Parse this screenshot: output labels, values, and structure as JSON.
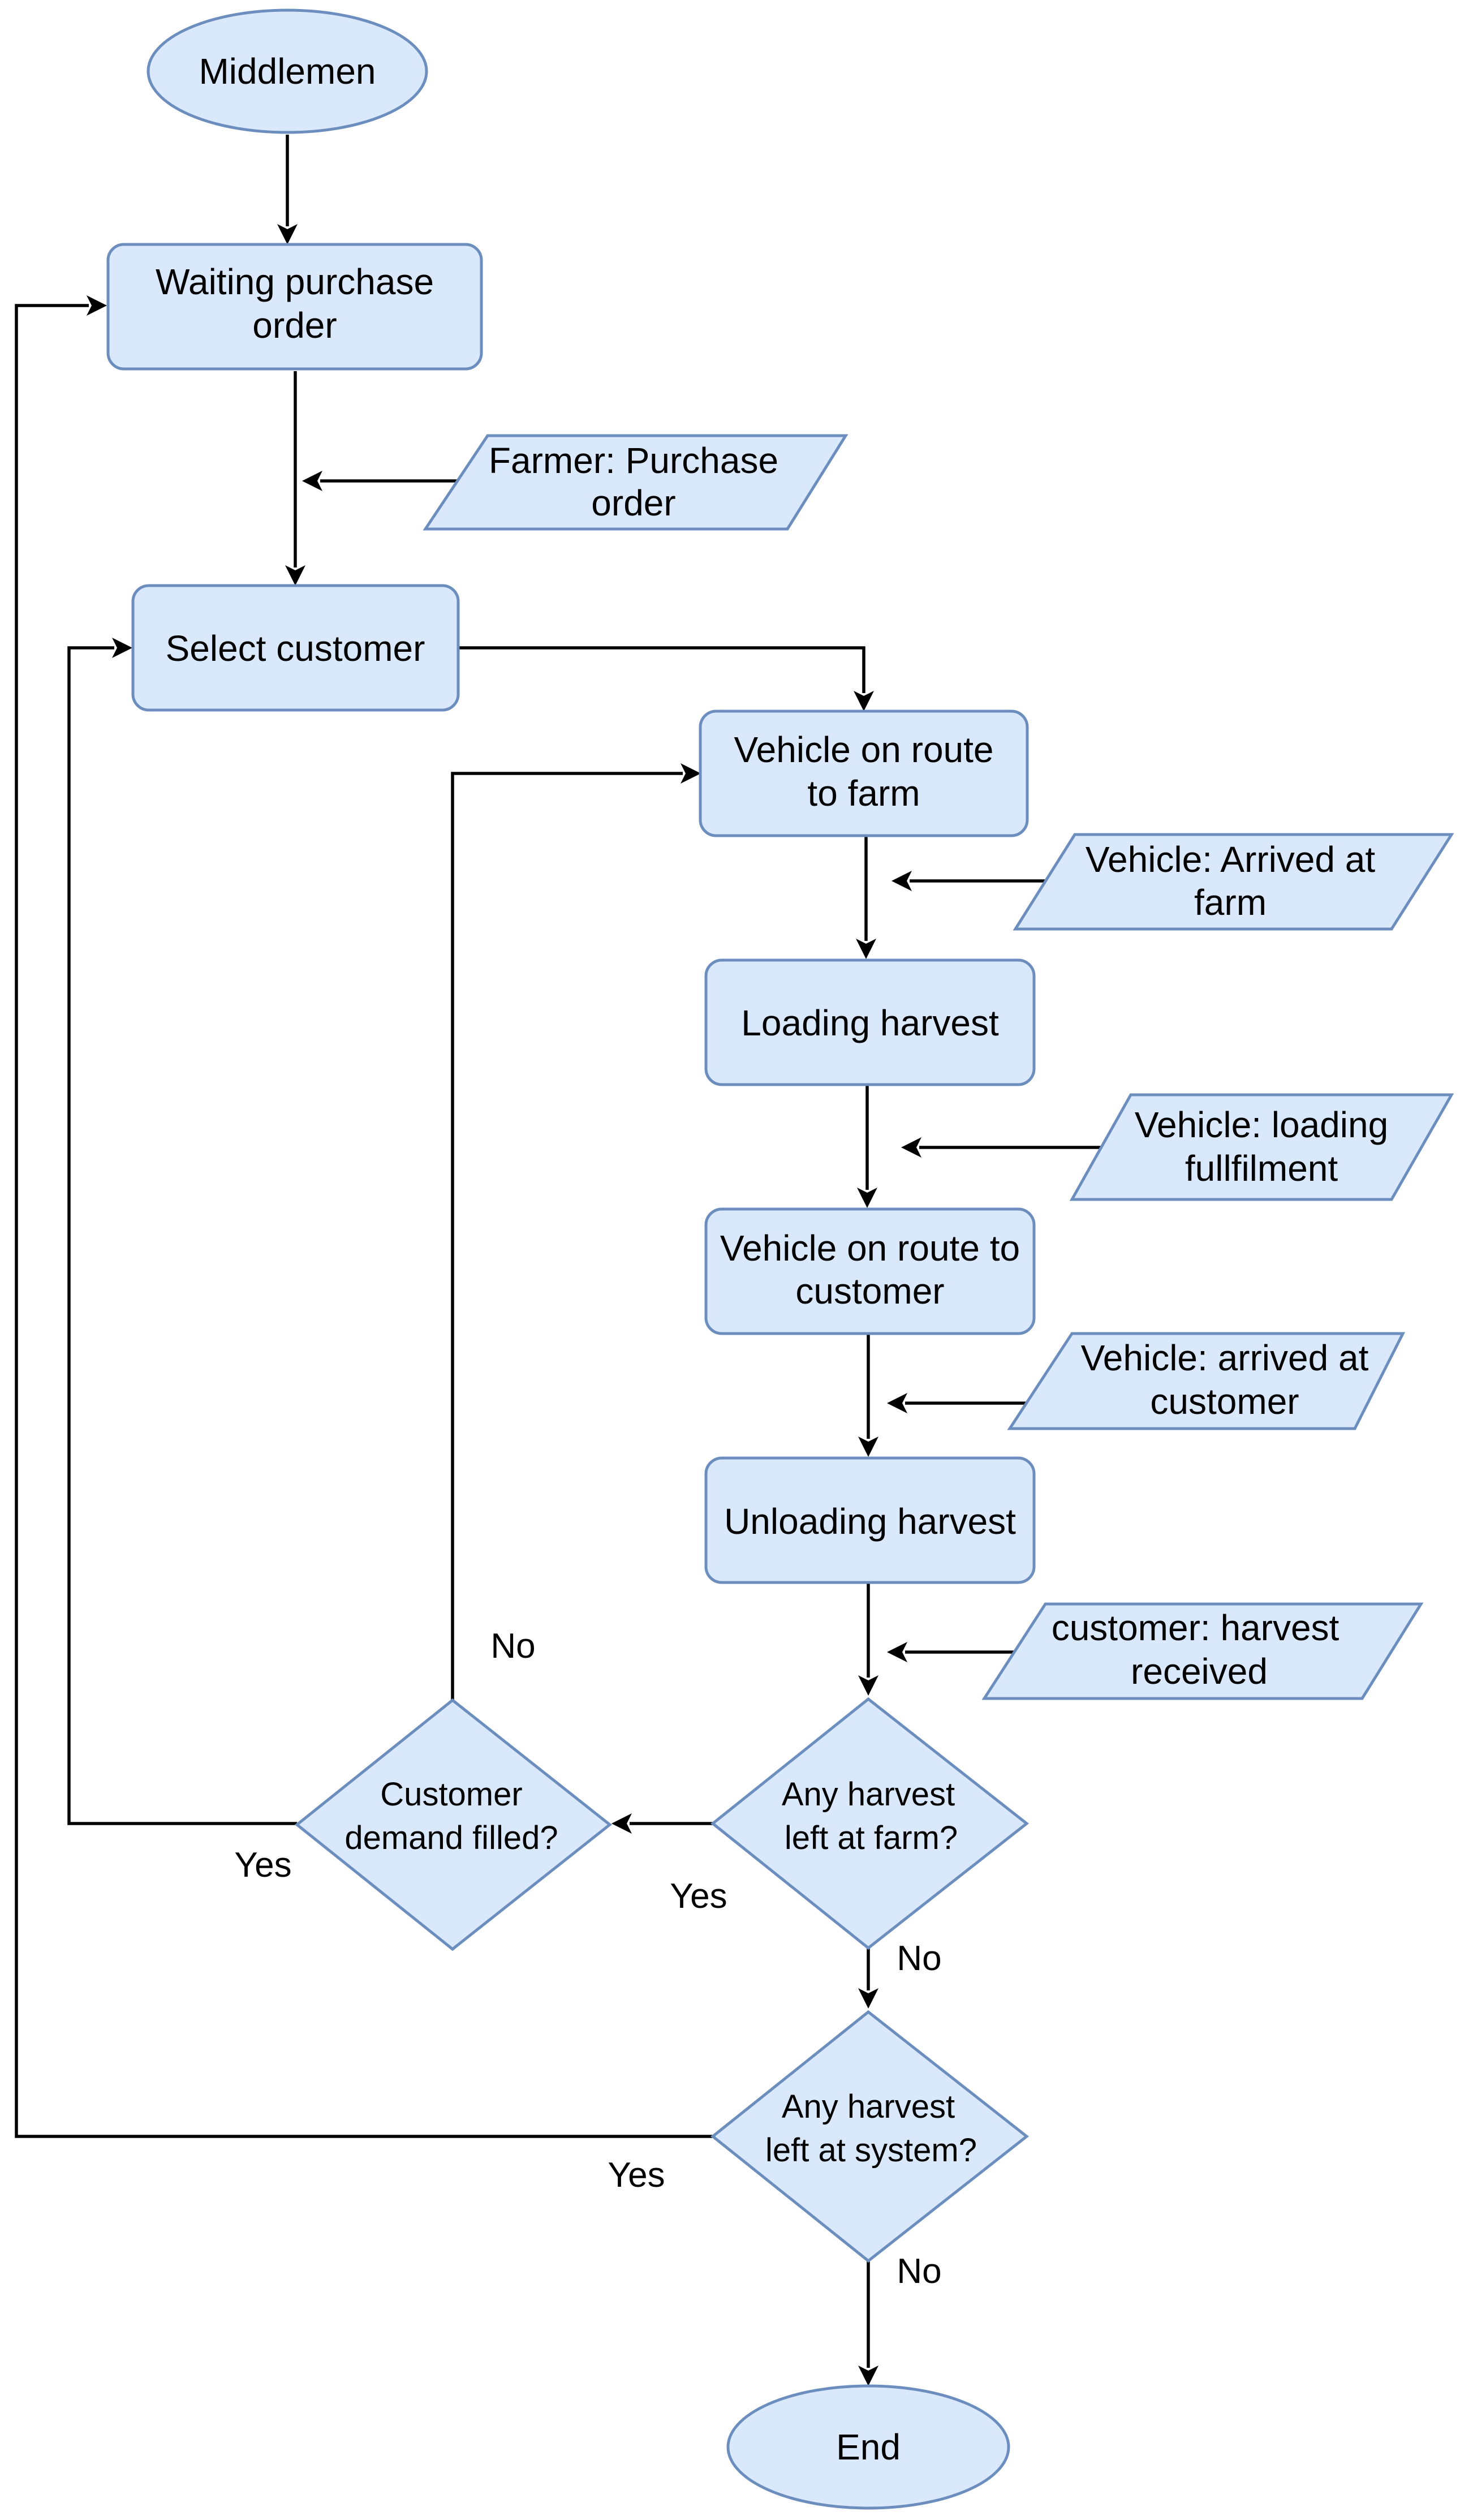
{
  "nodes": {
    "start": "Middlemen",
    "waiting_po": [
      "Waiting purchase",
      "order"
    ],
    "farmer_po": [
      "Farmer: Purchase",
      "order"
    ],
    "select_customer": "Select customer",
    "route_farm": [
      "Vehicle on route",
      "to farm"
    ],
    "arrived_farm": [
      "Vehicle: Arrived at",
      "farm"
    ],
    "loading": "Loading harvest",
    "loading_full": [
      "Vehicle: loading",
      "fullfilment"
    ],
    "route_customer": [
      "Vehicle on route to",
      "customer"
    ],
    "arrived_customer": [
      "Vehicle: arrived at",
      "customer"
    ],
    "unloading": "Unloading harvest",
    "received": [
      "customer: harvest",
      "received"
    ],
    "harvest_farm": [
      "Any harvest",
      "left at farm?"
    ],
    "demand_filled": [
      "Customer",
      "demand filled?"
    ],
    "harvest_system": [
      "Any harvest",
      "left at system?"
    ],
    "end": "End"
  },
  "edge_labels": {
    "demand_no": "No",
    "demand_yes": "Yes",
    "farm_yes": "Yes",
    "farm_no": "No",
    "system_yes": "Yes",
    "system_no": "No"
  },
  "colors": {
    "fill": "#dae8fc",
    "stroke": "#6c8ebf",
    "edge": "#000000"
  }
}
